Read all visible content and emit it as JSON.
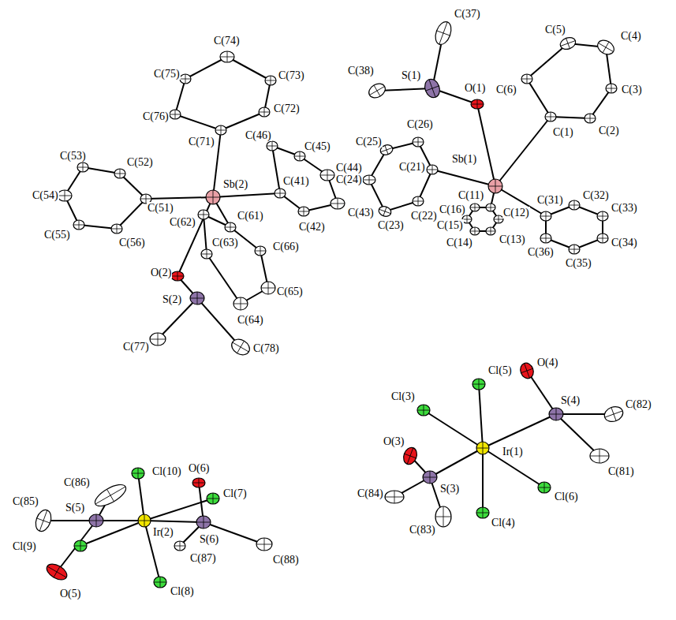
{
  "diagram": {
    "labels": [
      "C(37)",
      "C(5)",
      "C(4)",
      "C(38)",
      "S(1)",
      "O(1)",
      "C(3)",
      "C(6)",
      "C(26)",
      "C(2)",
      "C(1)",
      "C(25)",
      "Sb(1)",
      "C(21)",
      "C(24)",
      "C(11)",
      "C(22)",
      "C(16)",
      "C(12)",
      "C(31)",
      "C(32)",
      "C(23)",
      "C(15)",
      "C(33)",
      "C(13)",
      "C(14)",
      "C(34)",
      "C(36)",
      "C(35)",
      "C(74)",
      "C(75)",
      "C(73)",
      "C(72)",
      "C(76)",
      "C(46)",
      "C(71)",
      "C(45)",
      "C(53)",
      "C(52)",
      "C(44)",
      "C(41)",
      "Sb(2)",
      "C(54)",
      "C(51)",
      "C(61)",
      "C(42)",
      "C(43)",
      "C(55)",
      "C(56)",
      "C(62)",
      "C(63)",
      "C(66)",
      "O(2)",
      "C(65)",
      "S(2)",
      "C(64)",
      "C(77)",
      "C(78)",
      "C(86)",
      "Cl(10)",
      "O(6)",
      "Cl(7)",
      "C(85)",
      "S(5)",
      "Ir(2)",
      "S(6)",
      "Cl(9)",
      "C(87)",
      "C(88)",
      "O(5)",
      "Cl(8)",
      "O(4)",
      "Cl(5)",
      "Cl(3)",
      "S(4)",
      "C(82)",
      "O(3)",
      "Ir(1)",
      "C(81)",
      "S(3)",
      "C(84)",
      "Cl(6)",
      "Cl(4)",
      "C(83)"
    ]
  }
}
